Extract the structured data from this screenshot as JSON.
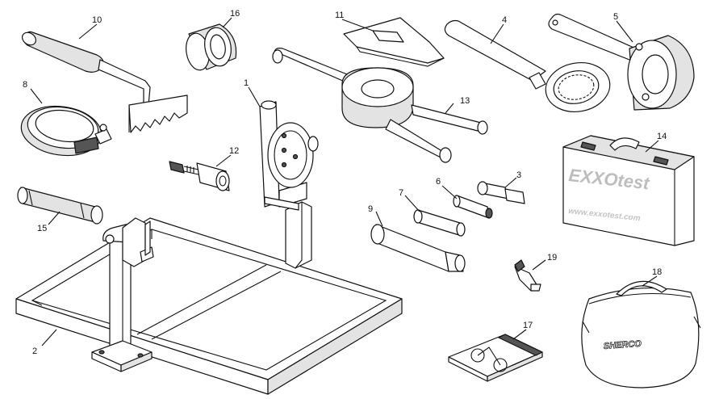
{
  "callouts": {
    "n1": "1",
    "n2": "2",
    "n3": "3",
    "n4": "4",
    "n5": "5",
    "n6": "6",
    "n7": "7",
    "n8": "8",
    "n9": "9",
    "n10": "10",
    "n11": "11",
    "n12": "12",
    "n13": "13",
    "n14": "14",
    "n15": "15",
    "n16": "16",
    "n17": "17",
    "n18": "18",
    "n19": "19"
  },
  "case_brand": "EXXOtest",
  "case_url": "www.exxotest.com",
  "bag_brand": "SHERCO"
}
